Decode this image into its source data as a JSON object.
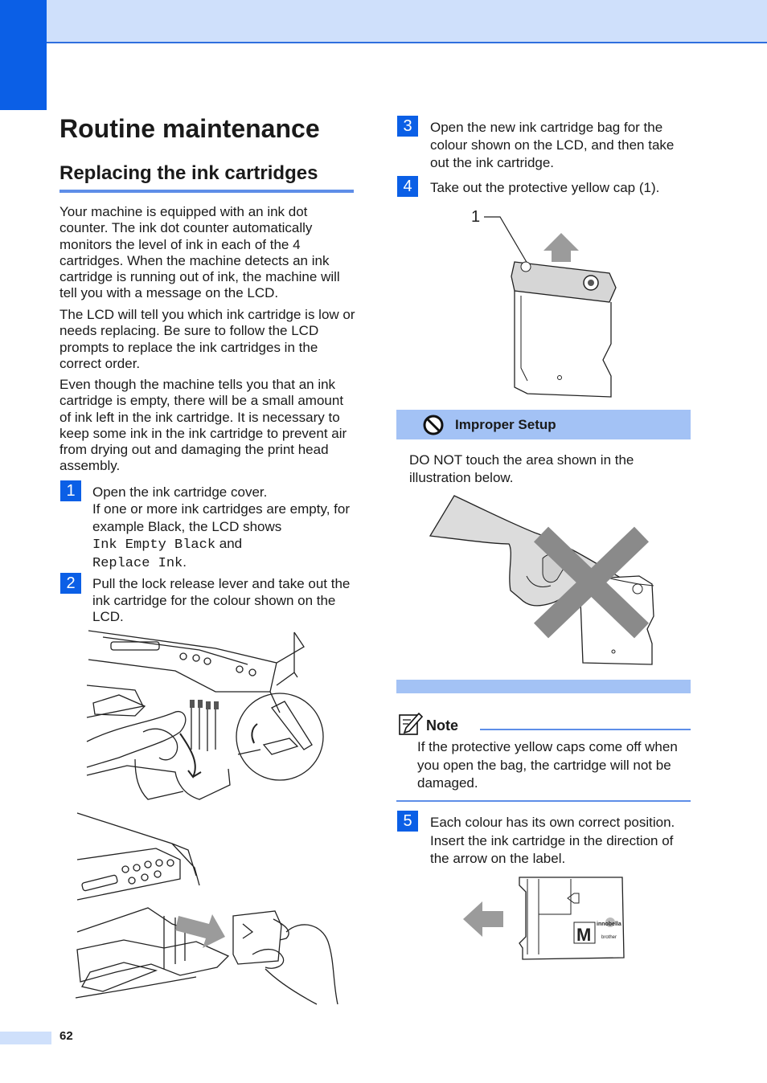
{
  "header": {
    "page_title": "Routine maintenance",
    "section_title": "Replacing the ink cartridges"
  },
  "intro": [
    "Your machine is equipped with an ink dot counter. The ink dot counter automatically monitors the level of ink in each of the 4 cartridges. When the machine detects an ink cartridge is running out of ink, the machine will tell you with a message on the LCD.",
    "The LCD will tell you which ink cartridge is low or needs replacing. Be sure to follow the LCD prompts to replace the ink cartridges in the correct order.",
    "Even though the machine tells you that an ink cartridge is empty, there will be a small amount of ink left in the ink cartridge. It is necessary to keep some ink in the ink cartridge to prevent air from drying out and damaging the print head assembly."
  ],
  "steps": [
    {
      "number": "1",
      "line1": "Open the ink cartridge cover.",
      "line2": "If one or more ink cartridges are empty, for example Black, the LCD shows",
      "lcd1": "Ink Empty Black",
      "and": "and",
      "lcd2": "Replace Ink",
      "end": "."
    },
    {
      "number": "2",
      "text": "Pull the lock release lever and take out the ink cartridge for the colour shown on the LCD."
    },
    {
      "number": "3",
      "text": "Open the new ink cartridge bag for the colour shown on the LCD, and then take out the ink cartridge."
    },
    {
      "number": "4",
      "text": "Take out the protective yellow cap (1)."
    },
    {
      "number": "5",
      "text": "Each colour has its own correct position. Insert the ink cartridge in the direction of the arrow on the label."
    }
  ],
  "figure_labels": {
    "callout_1": "1",
    "cartridge_letter": "M",
    "brand_a": "innobella",
    "brand_b": "brother"
  },
  "caution": {
    "title": "Improper Setup",
    "body": "DO NOT touch the area shown in the illustration below."
  },
  "note": {
    "title": "Note",
    "body": "If the protective yellow caps come off when you open the bag, the cartridge will not be damaged."
  },
  "footer": {
    "page_number": "62"
  },
  "colors": {
    "accent": "#0b5fe6",
    "band": "#cfe0fb",
    "caution": "#a3c2f5",
    "rule": "#5e8ee8"
  }
}
